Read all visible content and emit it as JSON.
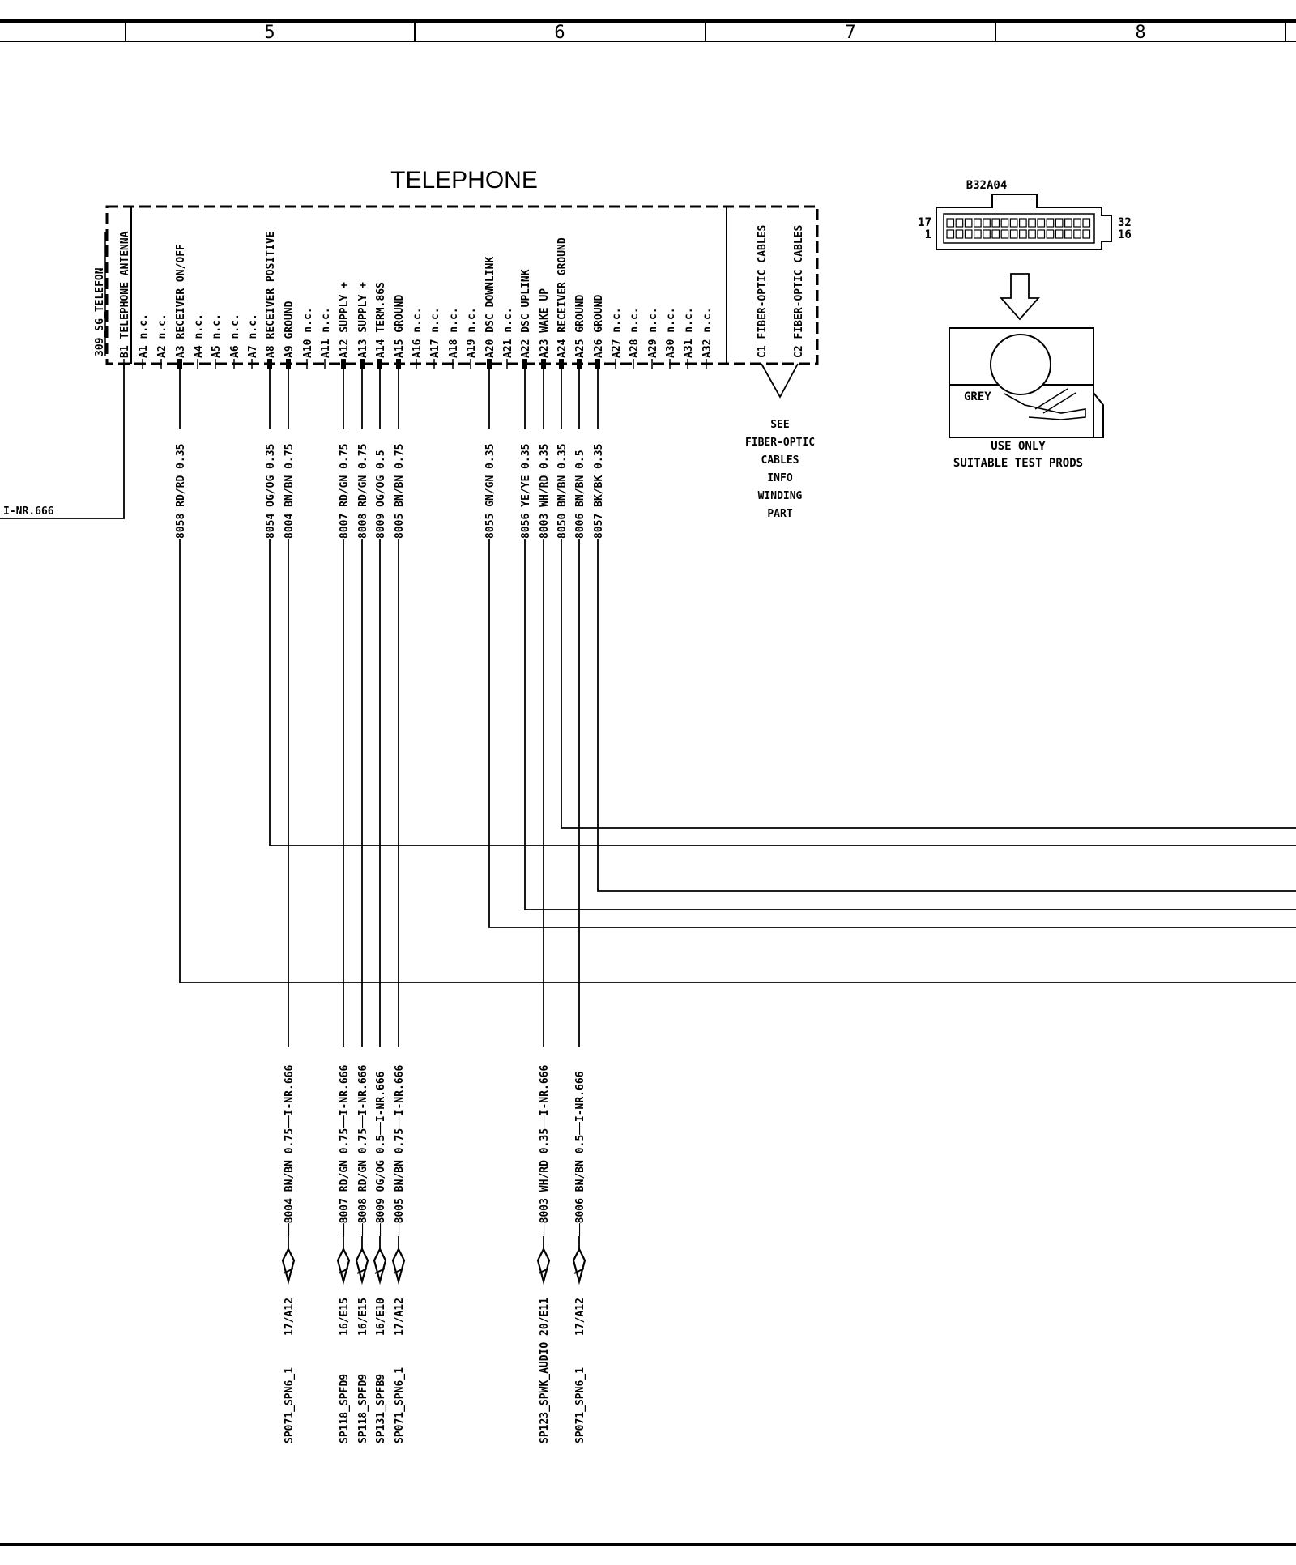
{
  "zones": [
    "5",
    "6",
    "7",
    "8"
  ],
  "component": {
    "title": "TELEPHONE",
    "ecu_name": "309_SG_TELEFON"
  },
  "pins": [
    {
      "pin": "B1",
      "func": "TELEPHONE ANTENNA"
    },
    {
      "pin": "A1",
      "func": "n.c."
    },
    {
      "pin": "A2",
      "func": "n.c."
    },
    {
      "pin": "A3",
      "func": "RECEIVER ON/OFF"
    },
    {
      "pin": "A4",
      "func": "n.c."
    },
    {
      "pin": "A5",
      "func": "n.c."
    },
    {
      "pin": "A6",
      "func": "n.c."
    },
    {
      "pin": "A7",
      "func": "n.c."
    },
    {
      "pin": "A8",
      "func": "RECEIVER POSITIVE"
    },
    {
      "pin": "A9",
      "func": "GROUND"
    },
    {
      "pin": "A10",
      "func": "n.c."
    },
    {
      "pin": "A11",
      "func": "n.c."
    },
    {
      "pin": "A12",
      "func": "SUPPLY +"
    },
    {
      "pin": "A13",
      "func": "SUPPLY +"
    },
    {
      "pin": "A14",
      "func": "TERM.86S"
    },
    {
      "pin": "A15",
      "func": "GROUND"
    },
    {
      "pin": "A16",
      "func": "n.c."
    },
    {
      "pin": "A17",
      "func": "n.c."
    },
    {
      "pin": "A18",
      "func": "n.c."
    },
    {
      "pin": "A19",
      "func": "n.c."
    },
    {
      "pin": "A20",
      "func": "DSC DOWNLINK"
    },
    {
      "pin": "A21",
      "func": "n.c."
    },
    {
      "pin": "A22",
      "func": "DSC UPLINK"
    },
    {
      "pin": "A23",
      "func": "WAKE UP"
    },
    {
      "pin": "A24",
      "func": "RECEIVER GROUND"
    },
    {
      "pin": "A25",
      "func": "GROUND"
    },
    {
      "pin": "A26",
      "func": "GROUND"
    },
    {
      "pin": "A27",
      "func": "n.c."
    },
    {
      "pin": "A28",
      "func": "n.c."
    },
    {
      "pin": "A29",
      "func": "n.c."
    },
    {
      "pin": "A30",
      "func": "n.c."
    },
    {
      "pin": "A31",
      "func": "n.c."
    },
    {
      "pin": "A32",
      "func": "n.c."
    },
    {
      "pin": "C1",
      "func": "FIBER-OPTIC CABLES"
    },
    {
      "pin": "C2",
      "func": "FIBER-OPTIC CABLES"
    }
  ],
  "wires": [
    {
      "pin": "A3",
      "label": "8058 RD/RD 0.35"
    },
    {
      "pin": "A8",
      "label": "8054 OG/OG 0.35"
    },
    {
      "pin": "A9",
      "label": "8004 BN/BN 0.75"
    },
    {
      "pin": "A12",
      "label": "8007 RD/GN 0.75"
    },
    {
      "pin": "A13",
      "label": "8008 RD/GN 0.75"
    },
    {
      "pin": "A14",
      "label": "8009 OG/OG 0.5"
    },
    {
      "pin": "A15",
      "label": "8005 BN/BN 0.75"
    },
    {
      "pin": "A20",
      "label": "8055 GN/GN 0.35"
    },
    {
      "pin": "A22",
      "label": "8056 YE/YE 0.35"
    },
    {
      "pin": "A23",
      "label": "8003 WH/RD 0.35"
    },
    {
      "pin": "A24",
      "label": "8050 BN/BN 0.35"
    },
    {
      "pin": "A25",
      "label": "8006 BN/BN 0.5"
    },
    {
      "pin": "A26",
      "label": "8057 BK/BK 0.35"
    }
  ],
  "antenna_ref": "I-NR.666",
  "fiber_note": [
    "SEE",
    "FIBER-OPTIC",
    "CABLES",
    "INFO",
    "WINDING",
    "PART"
  ],
  "lower_wires": [
    {
      "pin": "A9",
      "label": "8004 BN/BN 0.75",
      "ref": "I-NR.666",
      "loc": "17/A12",
      "splice": "SP071_SPN6_1"
    },
    {
      "pin": "A12",
      "label": "8007 RD/GN 0.75",
      "ref": "I-NR.666",
      "loc": "16/E15",
      "splice": "SP118_SPFD9"
    },
    {
      "pin": "A13",
      "label": "8008 RD/GN 0.75",
      "ref": "I-NR.666",
      "loc": "16/E15",
      "splice": "SP118_SPFD9"
    },
    {
      "pin": "A14",
      "label": "8009 OG/OG 0.5",
      "ref": "I-NR.666",
      "loc": "16/E10",
      "splice": "SP131_SPFB9"
    },
    {
      "pin": "A15",
      "label": "8005 BN/BN 0.75",
      "ref": "I-NR.666",
      "loc": "17/A12",
      "splice": "SP071_SPN6_1"
    },
    {
      "pin": "A23",
      "label": "8003 WH/RD 0.35",
      "ref": "I-NR.666",
      "loc": "20/E11",
      "splice": "SP123_SPWK_AUDIO"
    },
    {
      "pin": "A25",
      "label": "8006 BN/BN 0.5",
      "ref": "I-NR.666",
      "loc": "17/A12",
      "splice": "SP071_SPN6_1"
    }
  ],
  "connector": {
    "id": "B32A04",
    "pin_top_left": "17",
    "pin_bottom_left": "1",
    "pin_top_right": "32",
    "pin_bottom_right": "16",
    "color": "GREY",
    "note": [
      "USE ONLY",
      "SUITABLE TEST PRODS"
    ]
  }
}
